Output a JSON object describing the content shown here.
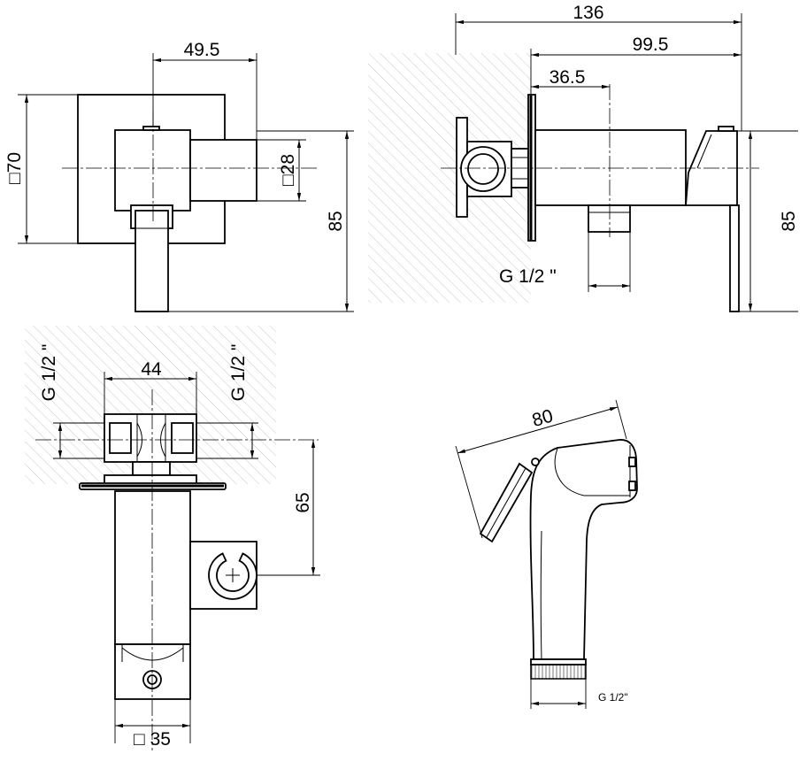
{
  "front_view": {
    "dim_spout_offset": "49.5",
    "dim_plate_square": "□70",
    "dim_spout_square": "□28",
    "dim_height": "85"
  },
  "side_view": {
    "dim_total_depth": "136",
    "dim_projection": "99.5",
    "dim_outlet_offset": "36.5",
    "dim_height": "85",
    "dim_outlet_thread": "G 1/2 \""
  },
  "top_view": {
    "dim_inlet_spacing": "44",
    "dim_thread_left": "G 1/2 \"",
    "dim_thread_right": "G 1/2 \"",
    "dim_holder_offset": "65",
    "dim_body_square": "□ 35"
  },
  "hand_shower": {
    "dim_length": "80",
    "dim_thread": "G 1/2\""
  },
  "colors": {
    "line": "#000000",
    "hatch": "#c8c8c8",
    "background": "#ffffff"
  }
}
